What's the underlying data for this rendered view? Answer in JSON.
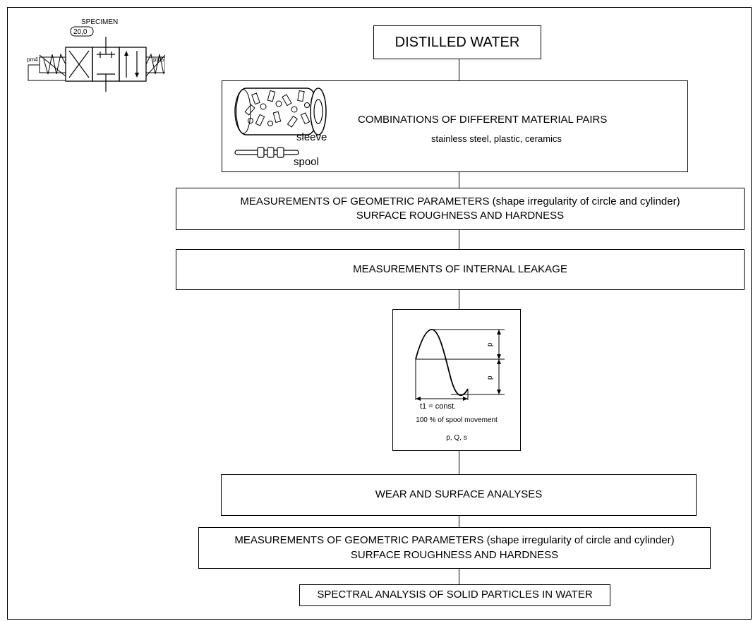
{
  "symbol": {
    "specimen_label": "SPECIMEN",
    "specimen_value": "20,0",
    "left_port": "pm4",
    "right_port": "pm5"
  },
  "steps": {
    "water": "DISTILLED WATER",
    "materials": {
      "title": "COMBINATIONS OF DIFFERENT MATERIAL PAIRS",
      "subtitle": "stainless steel, plastic, ceramics",
      "sleeve_label": "sleeve",
      "spool_label": "spool"
    },
    "geometry1": {
      "line1": "MEASUREMENTS OF GEOMETRIC PARAMETERS (shape irregularity of circle and cylinder)",
      "line2": "SURFACE ROUGHNESS AND HARDNESS"
    },
    "leakage": "MEASUREMENTS OF INTERNAL LEAKAGE",
    "test_cycle": {
      "p_upper": "p",
      "p_lower": "p",
      "period": "t1 = const.",
      "movement": "100 % of spool movement",
      "quantities": "p, Q, s"
    },
    "wear": "WEAR AND SURFACE ANALYSES",
    "geometry2": {
      "line1": "MEASUREMENTS OF GEOMETRIC PARAMETERS (shape irregularity of circle and cylinder)",
      "line2": "SURFACE ROUGHNESS AND HARDNESS"
    },
    "spectral": "SPECTRAL ANALYSIS OF SOLID PARTICLES IN WATER"
  }
}
